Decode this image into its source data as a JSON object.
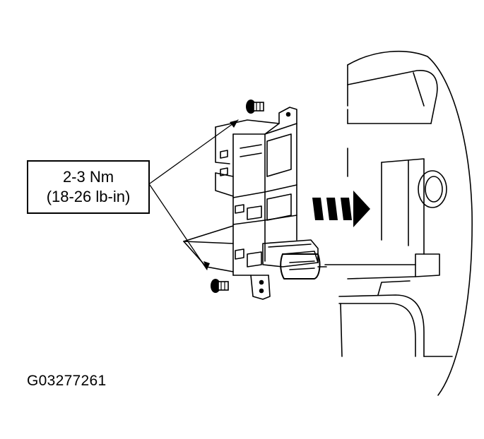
{
  "callout": {
    "torque_nm": "2-3 Nm",
    "torque_lbin": "(18-26 lb-in)"
  },
  "figure_id": "G03277261",
  "colors": {
    "line": "#000000",
    "background": "#ffffff",
    "arrow": "#000000"
  },
  "icons": {
    "screw": "screw-icon",
    "direction": "install-direction-arrow"
  }
}
